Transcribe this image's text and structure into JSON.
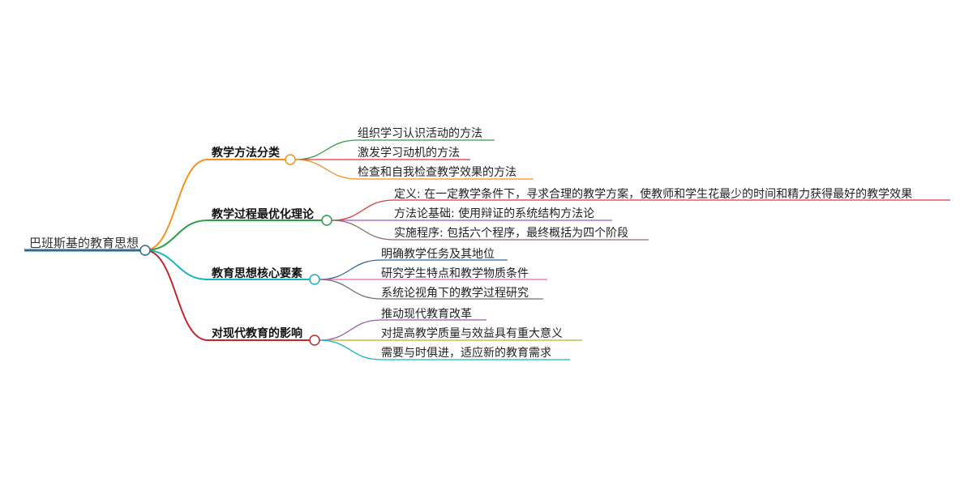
{
  "root": {
    "label": "巴班斯基的教育思想",
    "color": "#2f6b8f"
  },
  "branches": [
    {
      "label": "教学方法分类",
      "color": "#f0921f",
      "children": [
        {
          "label": "组织学习认识活动的方法",
          "color": "#2e9e44"
        },
        {
          "label": "激发学习动机的方法",
          "color": "#d83b3b"
        },
        {
          "label": "检查和自我检查教学效果的方法",
          "color": "#f0921f"
        }
      ]
    },
    {
      "label": "教学过程最优化理论",
      "color": "#2e9e44",
      "children": [
        {
          "label": "定义: 在一定教学条件下，寻求合理的教学方案，使教师和学生花最少的时间和精力获得最好的教学效果",
          "color": "#d83b3b"
        },
        {
          "label": "方法论基础: 使用辩证的系统结构方法论",
          "color": "#9b59b6"
        },
        {
          "label": "实施程序: 包括六个程序，最终概括为四个阶段",
          "color": "#8d6e63"
        }
      ]
    },
    {
      "label": "教育思想核心要素",
      "color": "#19b2c4",
      "children": [
        {
          "label": "明确教学任务及其地位",
          "color": "#2f6b9f"
        },
        {
          "label": "研究学生特点和教学物质条件",
          "color": "#e868a8"
        },
        {
          "label": "系统论视角下的教学过程研究",
          "color": "#707070"
        }
      ]
    },
    {
      "label": "对现代教育的影响",
      "color": "#c0282e",
      "children": [
        {
          "label": "推动现代教育改革",
          "color": "#9b59b6"
        },
        {
          "label": "对提高教学质量与效益具有重大意义",
          "color": "#b5b52a"
        },
        {
          "label": "需要与时俱进，适应新的教育需求",
          "color": "#19b2c4"
        }
      ]
    }
  ]
}
